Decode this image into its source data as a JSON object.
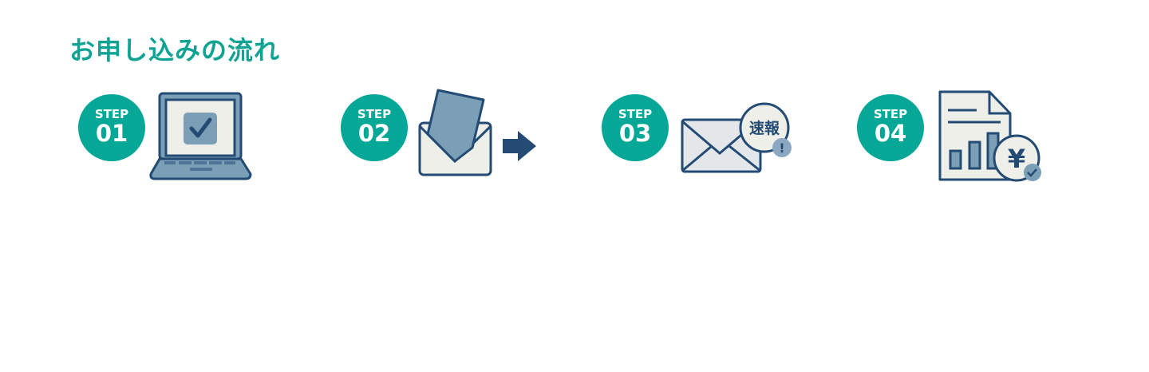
{
  "title": "お申し込みの流れ",
  "steps": [
    {
      "label": "STEP",
      "number": "01",
      "icon": "laptop-check-icon"
    },
    {
      "label": "STEP",
      "number": "02",
      "icon": "envelope-document-icon"
    },
    {
      "label": "STEP",
      "number": "03",
      "icon": "email-alert-icon",
      "badge_text": "速報"
    },
    {
      "label": "STEP",
      "number": "04",
      "icon": "report-yen-icon",
      "currency_symbol": "¥"
    }
  ],
  "colors": {
    "accent": "#05a896",
    "navy": "#234b74",
    "steel": "#7a9fb6",
    "paper": "#efefea"
  }
}
